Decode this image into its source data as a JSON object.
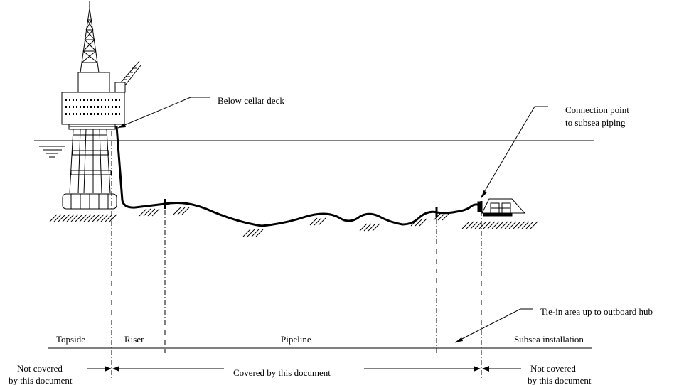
{
  "labels": {
    "below_cellar_deck": "Below cellar deck",
    "connection_point_line1": "Connection point",
    "connection_point_line2": "to subsea piping",
    "tie_in_area": "Tie-in area up to outboard hub"
  },
  "zones": {
    "topside": "Topside",
    "riser": "Riser",
    "pipeline": "Pipeline",
    "subsea_installation": "Subsea installation"
  },
  "coverage": {
    "left_line1": "Not covered",
    "left_line2": "by this document",
    "middle": "Covered by this document",
    "right_line1": "Not covered",
    "right_line2": "by this document"
  },
  "colors": {
    "ink": "#000000",
    "background": "#ffffff"
  }
}
